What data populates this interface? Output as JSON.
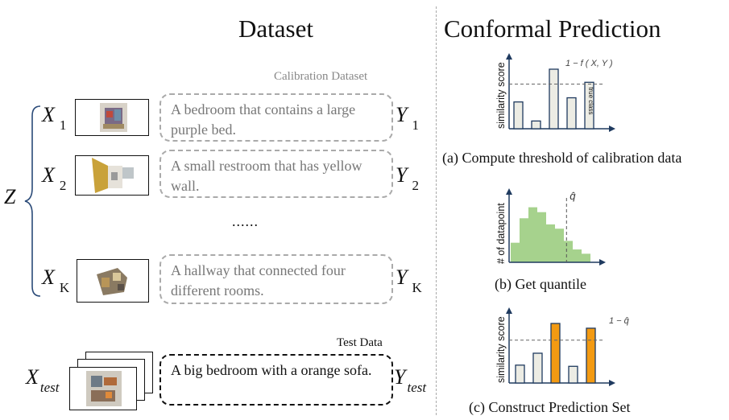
{
  "dataset": {
    "title": "Dataset",
    "calibration_label": "Calibration Dataset",
    "test_label": "Test Data",
    "z_label": "Z",
    "ellipsis": "......",
    "rows": [
      {
        "x": "X",
        "x_sub": "1",
        "y": "Y",
        "y_sub": "1",
        "caption": "A bedroom that contains a large purple bed."
      },
      {
        "x": "X",
        "x_sub": "2",
        "y": "Y",
        "y_sub": "2",
        "caption": "A small restroom that has yellow wall."
      },
      {
        "x": "X",
        "x_sub": "K",
        "y": "Y",
        "y_sub": "K",
        "caption": "A hallway that connected four different rooms."
      }
    ],
    "test": {
      "x": "X",
      "x_sub": "test",
      "y": "Y",
      "y_sub": "test",
      "caption": "A big bedroom with a orange sofa."
    }
  },
  "conformal": {
    "title": "Conformal Prediction",
    "panels": [
      {
        "caption": "(a) Compute threshold of calibration data",
        "ylabel": "similarity score",
        "annotation": "1 − f ( X, Y )",
        "bar_label": "true class"
      },
      {
        "caption": "(b) Get quantile",
        "ylabel": "# of datapoint",
        "annotation": "q̂"
      },
      {
        "caption": "(c) Construct Prediction Set",
        "ylabel": "similarity score",
        "annotation": "1 − q̂"
      }
    ]
  },
  "chart_data": [
    {
      "type": "bar",
      "panel": "a",
      "values": [
        0.45,
        0.13,
        1.0,
        0.52,
        0.78
      ],
      "threshold": 0.75,
      "highlight_index": 4,
      "ylabel": "similarity score",
      "colors": {
        "bar": "#ecece4",
        "edge": "#1f3a5f"
      }
    },
    {
      "type": "bar",
      "panel": "b",
      "values": [
        0.32,
        0.72,
        0.9,
        0.82,
        0.62,
        0.55,
        0.35,
        0.21,
        0.14
      ],
      "quantile_index": 6.3,
      "ylabel": "# of datapoint",
      "colors": {
        "bar": "#a6d28d",
        "axis": "#1f3a5f"
      }
    },
    {
      "type": "bar",
      "panel": "c",
      "values": [
        0.3,
        0.5,
        1.0,
        0.28,
        0.92
      ],
      "threshold": 0.72,
      "selected": [
        2,
        4
      ],
      "ylabel": "similarity score",
      "colors": {
        "bar": "#ecece4",
        "selected": "#f39a12",
        "edge": "#1f3a5f"
      }
    }
  ],
  "colors": {
    "divider": "#aaaaaa",
    "brace": "#2a4a78",
    "axis": "#1f3a5f"
  }
}
